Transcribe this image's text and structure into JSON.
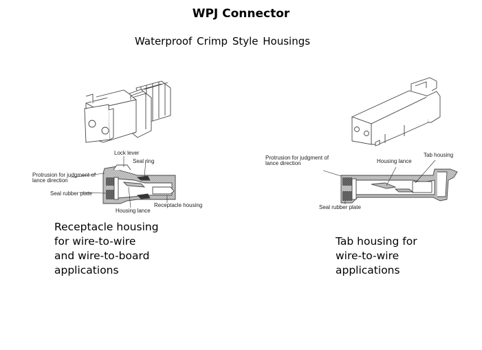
{
  "title": "WPJ Connector",
  "subtitle": "Waterproof  Crimp Style Housings",
  "left_figure": {
    "name": "Receptacle housing",
    "labels": {
      "lock_lever": "Lock lever",
      "seal_ring": "Seal ring",
      "protrusion_line1": "Protrusion for judgment of",
      "protrusion_line2": "lance direction",
      "seal_rubber_plate": "Seal rubber plate",
      "housing_lance": "Housing lance",
      "receptacle_housing": "Receptacle housing"
    },
    "caption": [
      "Receptacle housing",
      "for wire-to-wire",
      "and wire-to-board",
      "applications"
    ]
  },
  "right_figure": {
    "name": "Tab housing",
    "labels": {
      "protrusion_line1": "Protrusion for judgment of",
      "protrusion_line2": "lance direction",
      "housing_lance": "Housing lance",
      "tab_housing": "Tab housing",
      "seal_rubber_plate": "Seal rubber plate"
    },
    "caption": [
      "Tab housing for",
      "wire-to-wire",
      "applications"
    ]
  }
}
